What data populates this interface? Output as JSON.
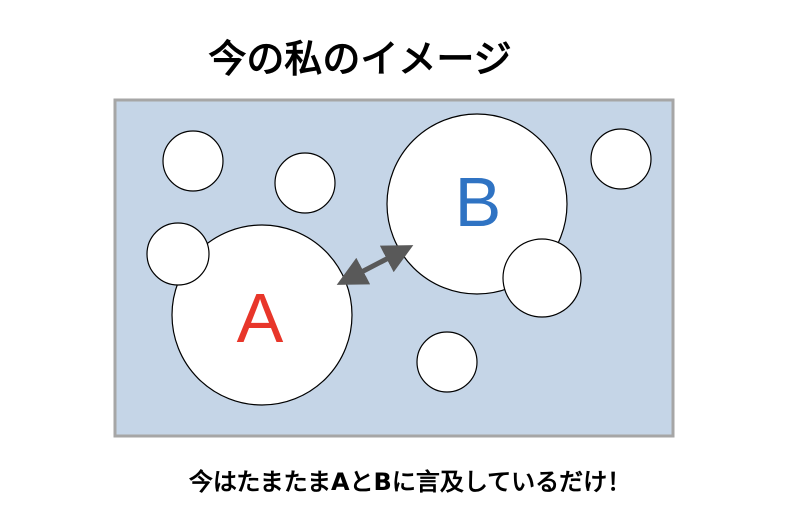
{
  "title": "今の私のイメージ",
  "circle_a_label": "A",
  "circle_b_label": "B",
  "caption": "今はたまたまAとBに言及しているだけ！",
  "colors": {
    "panel_fill": "#c5d5e7",
    "panel_border": "#a6a6a6",
    "circle_fill": "#ffffff",
    "circle_stroke": "#000000",
    "arrow": "#595959",
    "label_a": "#e8362a",
    "label_b": "#2f73c3"
  }
}
